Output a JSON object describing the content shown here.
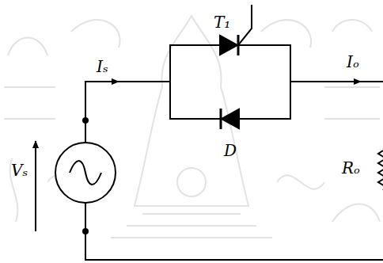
{
  "diagram": {
    "labels": [
      "T₁",
      "Iₛ",
      "Vₛ",
      "D",
      "Iₒ",
      "Rₒ"
    ]
  }
}
